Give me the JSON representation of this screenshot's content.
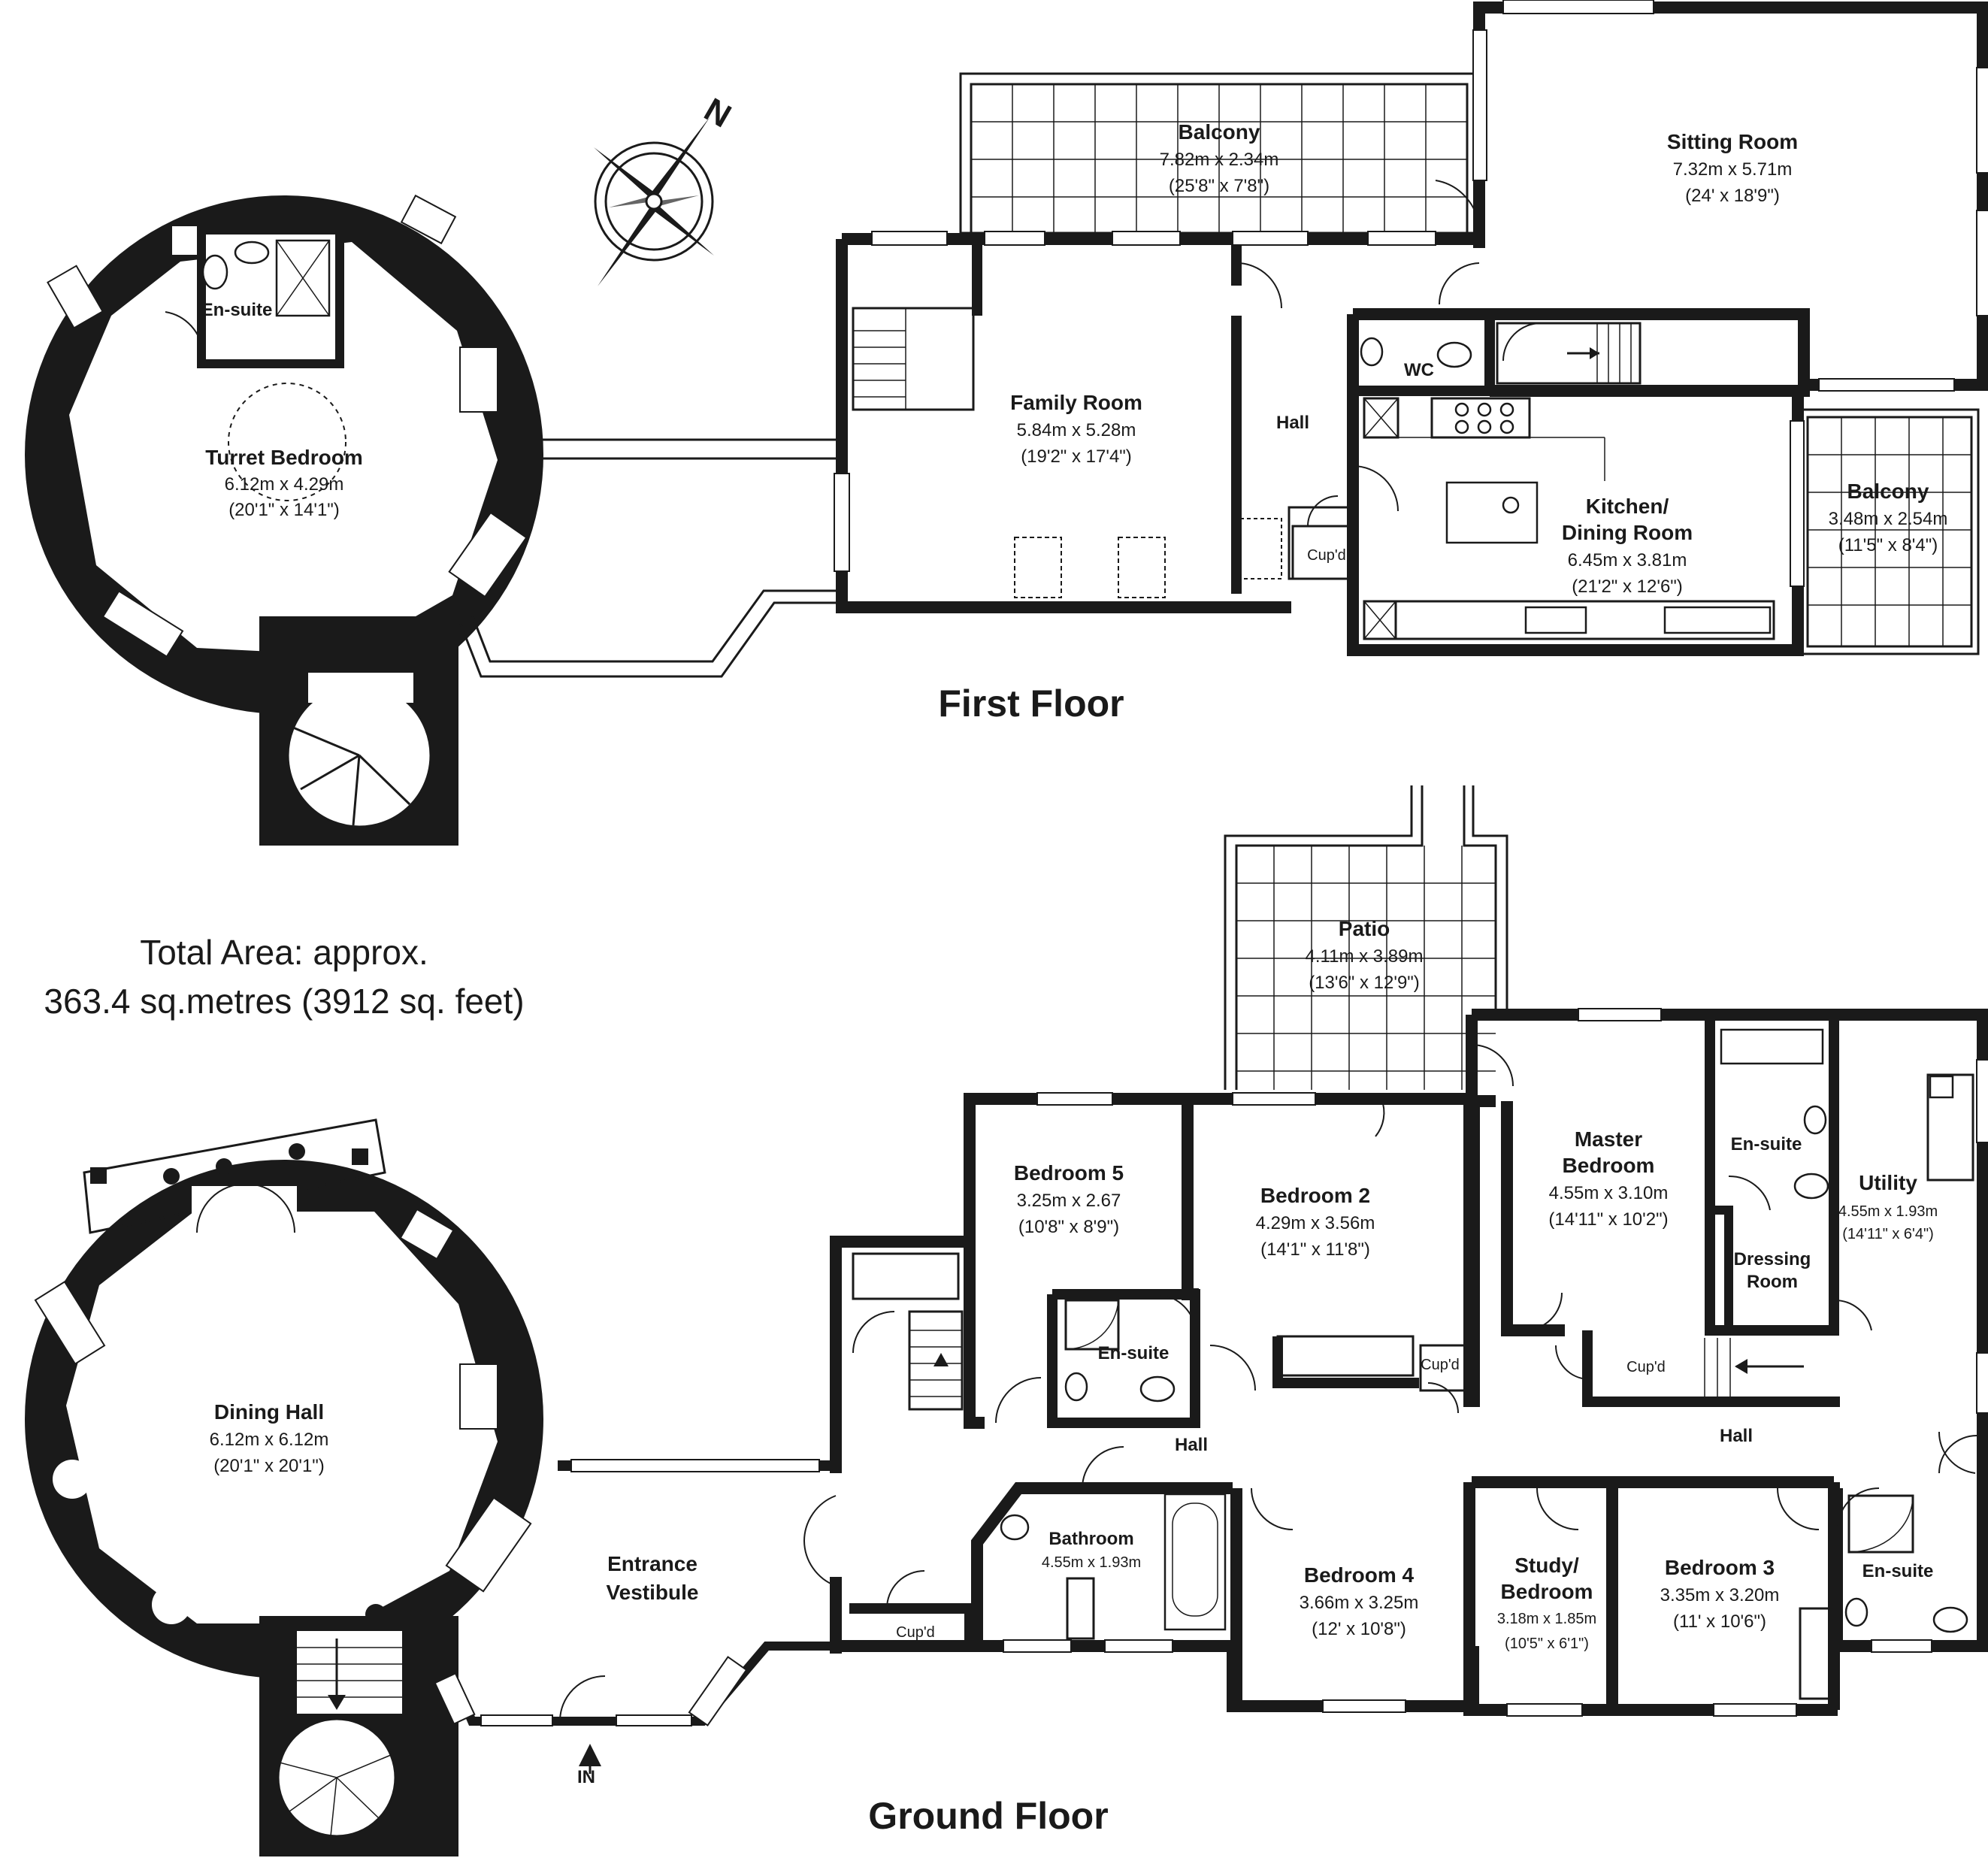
{
  "floors": {
    "first": "First Floor",
    "ground": "Ground Floor"
  },
  "total_area": {
    "line1": "Total Area: approx.",
    "line2": "363.4 sq.metres (3912 sq. feet)"
  },
  "compass": {
    "label": "N"
  },
  "entrance": {
    "label": "IN"
  },
  "first_floor_rooms": {
    "turret_bedroom": {
      "name": "Turret Bedroom",
      "metric": "6.12m x 4.29m",
      "imperial": "(20'1\" x 14'1\")"
    },
    "turret_ensuite": {
      "name": "En-suite"
    },
    "balcony_north": {
      "name": "Balcony",
      "metric": "7.82m x 2.34m",
      "imperial": "(25'8\" x 7'8\")"
    },
    "sitting_room": {
      "name": "Sitting Room",
      "metric": "7.32m x 5.71m",
      "imperial": "(24' x 18'9\")"
    },
    "family_room": {
      "name": "Family Room",
      "metric": "5.84m x 5.28m",
      "imperial": "(19'2\" x 17'4\")"
    },
    "hall": {
      "name": "Hall"
    },
    "wc": {
      "name": "WC"
    },
    "cupd": {
      "name": "Cup'd"
    },
    "kitchen": {
      "name_line1": "Kitchen/",
      "name_line2": "Dining Room",
      "metric": "6.45m x 3.81m",
      "imperial": "(21'2\" x 12'6\")"
    },
    "balcony_east": {
      "name": "Balcony",
      "metric": "3.48m x 2.54m",
      "imperial": "(11'5\" x 8'4\")"
    }
  },
  "ground_floor_rooms": {
    "patio": {
      "name": "Patio",
      "metric": "4.11m x 3.89m",
      "imperial": "(13'6\" x 12'9\")"
    },
    "dining_hall": {
      "name": "Dining Hall",
      "metric": "6.12m x 6.12m",
      "imperial": "(20'1\" x 20'1\")"
    },
    "entrance_vestibule": {
      "name_line1": "Entrance",
      "name_line2": "Vestibule"
    },
    "bedroom5": {
      "name": "Bedroom 5",
      "metric": "3.25m x 2.67",
      "imperial": "(10'8\" x 8'9\")"
    },
    "bedroom5_ensuite": {
      "name": "En-suite"
    },
    "bedroom2": {
      "name": "Bedroom 2",
      "metric": "4.29m x 3.56m",
      "imperial": "(14'1\" x 11'8\")"
    },
    "cupd_bed2": {
      "name": "Cup'd"
    },
    "master_bedroom": {
      "name_line1": "Master",
      "name_line2": "Bedroom",
      "metric": "4.55m x 3.10m",
      "imperial": "(14'11\" x 10'2\")"
    },
    "master_ensuite": {
      "name": "En-suite"
    },
    "dressing_room": {
      "name_line1": "Dressing",
      "name_line2": "Room"
    },
    "utility": {
      "name": "Utility",
      "metric": "4.55m x 1.93m",
      "imperial": "(14'11\" x 6'4\")"
    },
    "cupd_hall": {
      "name": "Cup'd"
    },
    "hall_west": {
      "name": "Hall"
    },
    "hall_east": {
      "name": "Hall"
    },
    "bathroom": {
      "name": "Bathroom",
      "metric": "4.55m x 1.93m"
    },
    "cupd_vest": {
      "name": "Cup'd"
    },
    "bedroom4": {
      "name": "Bedroom 4",
      "metric": "3.66m x 3.25m",
      "imperial": "(12' x 10'8\")"
    },
    "study": {
      "name_line1": "Study/",
      "name_line2": "Bedroom",
      "metric": "3.18m x 1.85m",
      "imperial": "(10'5\" x 6'1\")"
    },
    "bedroom3": {
      "name": "Bedroom 3",
      "metric": "3.35m x 3.20m",
      "imperial": "(11' x 10'6\")"
    },
    "bedroom3_ensuite": {
      "name": "En-suite"
    }
  }
}
